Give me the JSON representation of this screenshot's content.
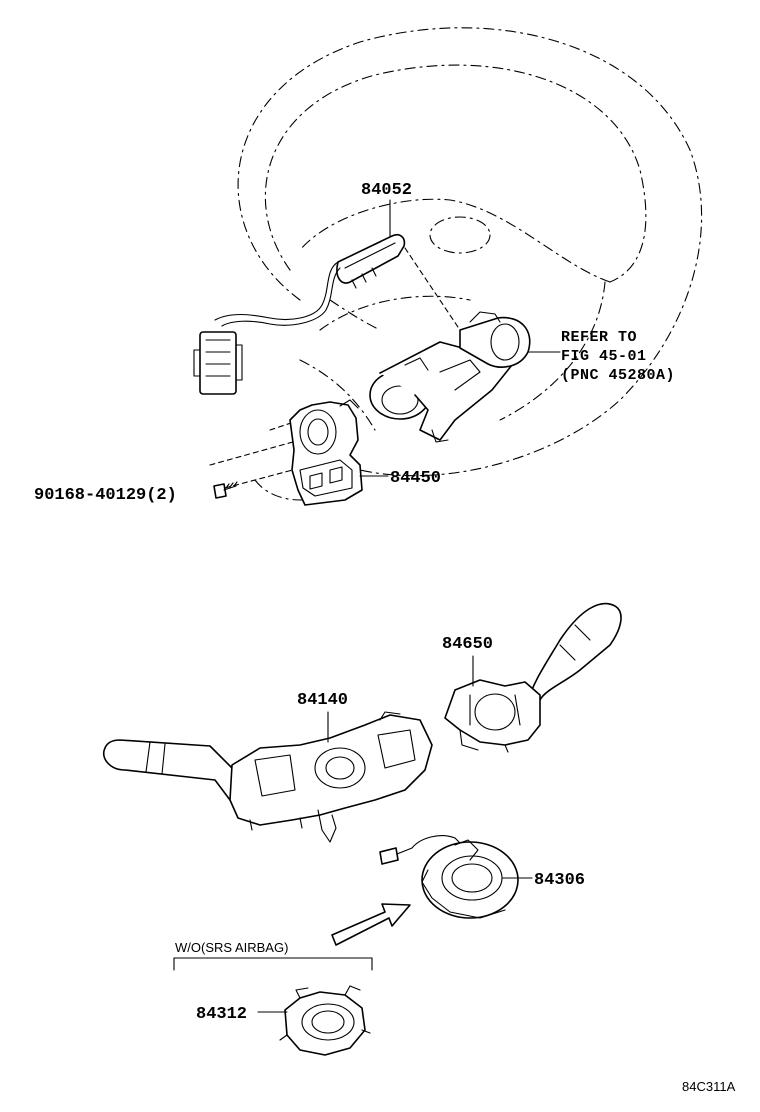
{
  "parts": {
    "p84052": "84052",
    "p84450": "84450",
    "p90168": "90168-40129(2)",
    "p84650": "84650",
    "p84140": "84140",
    "p84306": "84306",
    "p84312": "84312"
  },
  "refer": {
    "line1": "REFER TO",
    "line2": "FIG 45-01",
    "line3": "(PNC 45280A)"
  },
  "variant_note": "W/O(SRS AIRBAG)",
  "figure_code": "84C311A"
}
